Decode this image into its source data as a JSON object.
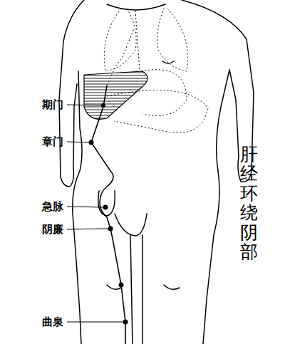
{
  "diagram": {
    "title": "肝经环绕阴部",
    "labels": [
      "期门",
      "章门",
      "急脉",
      "阴廉",
      "曲泉"
    ]
  }
}
